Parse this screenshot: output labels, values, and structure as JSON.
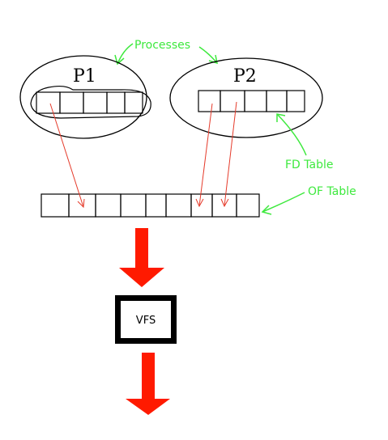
{
  "labels": {
    "processes": "Processes",
    "p1": "P1",
    "p2": "P2",
    "fd_table": "FD Table",
    "of_table": "OF Table",
    "vfs": "VFS"
  },
  "structure": {
    "p1_fd_cells": 5,
    "p2_fd_cells": 5,
    "of_table_cells": 9,
    "references": [
      {
        "from": "P1 FD Table cell 1",
        "to": "OF Table cell 2"
      },
      {
        "from": "P2 FD Table cell 1",
        "to": "OF Table cell 7"
      },
      {
        "from": "P2 FD Table cell 2",
        "to": "OF Table cell 8"
      }
    ]
  },
  "colors": {
    "annotation": "#3ee93e",
    "reference_arrow": "#e53a2a",
    "flow_arrow": "#ff1a00",
    "outline": "#000000"
  }
}
